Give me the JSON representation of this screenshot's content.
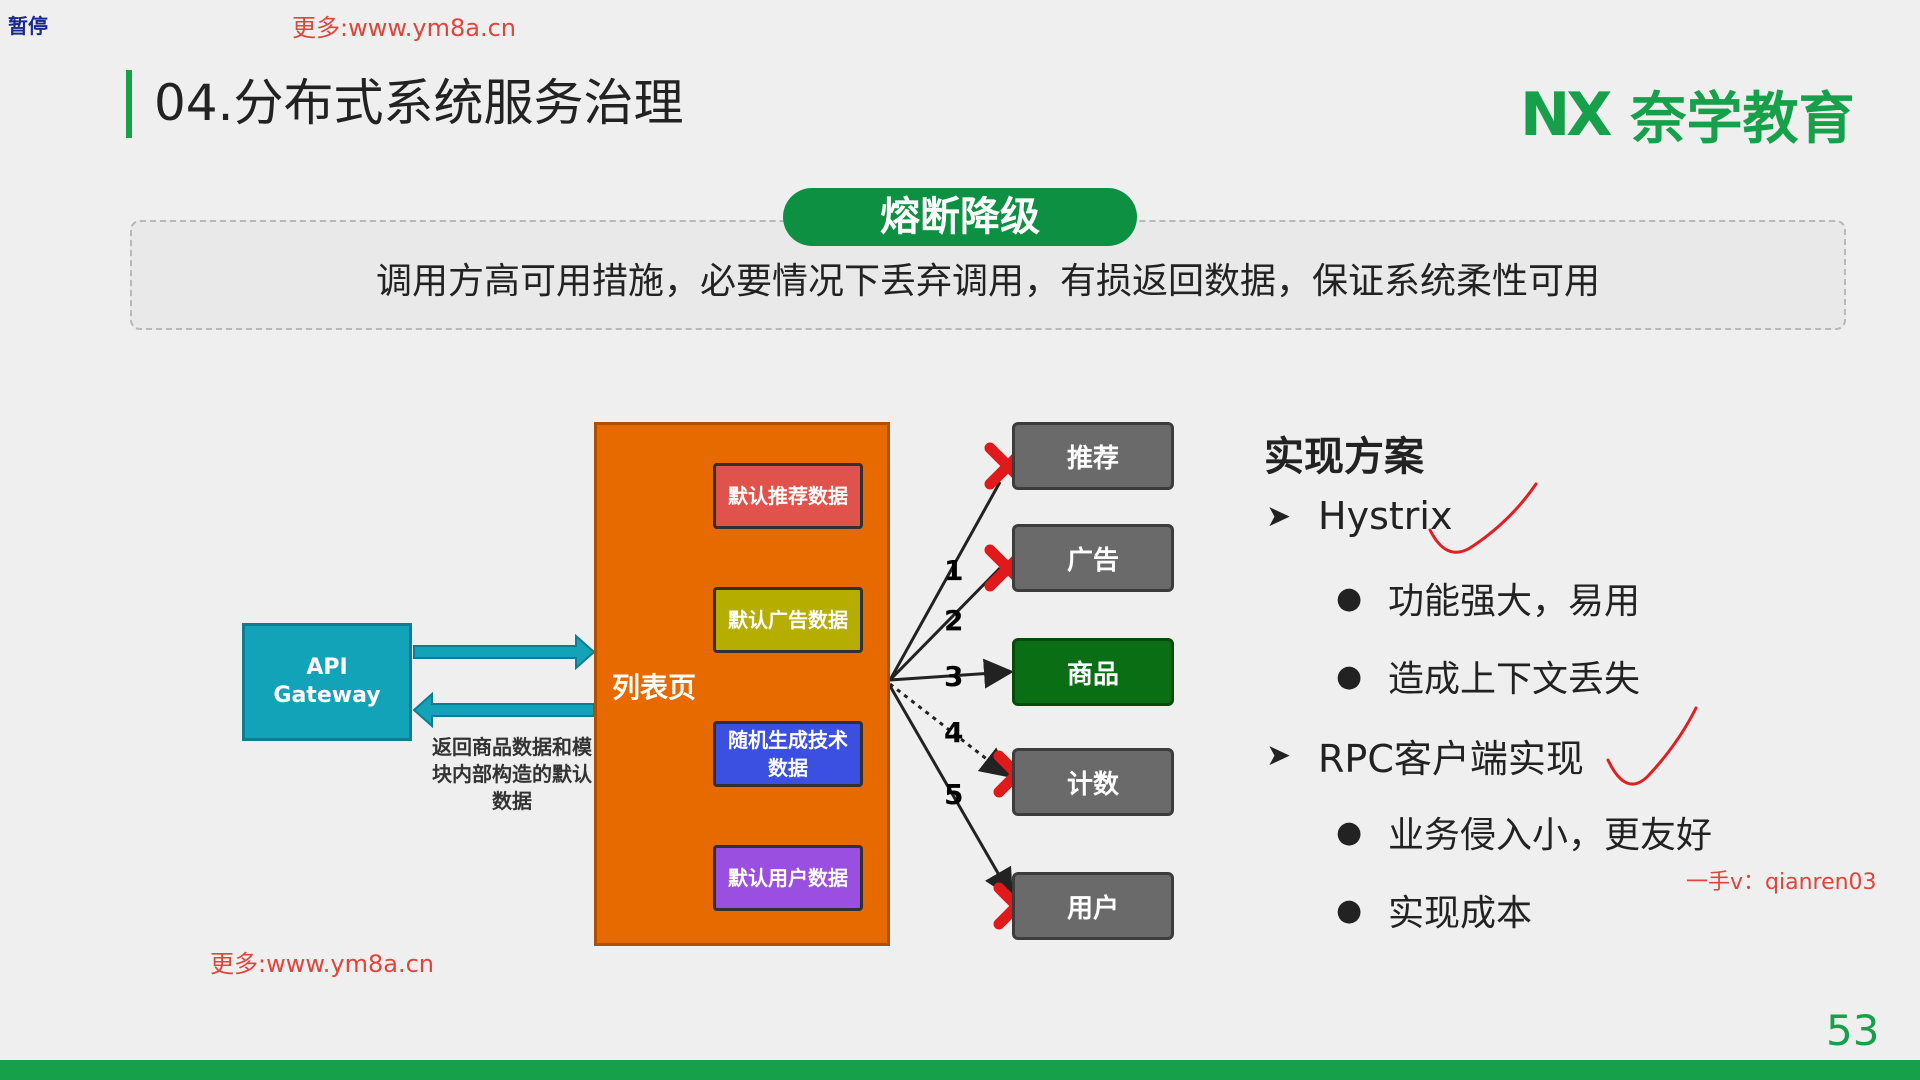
{
  "overlay": {
    "paused": "暂停",
    "watermark_top": "更多:www.ym8a.cn",
    "watermark_bottom": "更多:www.ym8a.cn",
    "credit": "一手v：qianren03"
  },
  "header": {
    "title": "04.分布式系统服务治理",
    "logo_mark": "NX",
    "logo_text": "奈学教育"
  },
  "summary": {
    "pill": "熔断降级",
    "text": "调用方高可用措施，必要情况下丢弃调用，有损返回数据，保证系统柔性可用"
  },
  "diagram": {
    "gateway": {
      "line1": "API",
      "line2": "Gateway"
    },
    "return_note": "返回商品数据和模块内部构造的默认数据",
    "list_page": "列表页",
    "defaults": [
      {
        "label": "默认推荐数据",
        "color": "#e0524c"
      },
      {
        "label": "默认广告数据",
        "color": "#b5ad00"
      },
      {
        "label": "随机生成技术数据",
        "color": "#3b4fe0"
      },
      {
        "label": "默认用户数据",
        "color": "#9a4fe0"
      }
    ],
    "numbers": [
      "1",
      "2",
      "3",
      "4",
      "5"
    ],
    "services": [
      {
        "label": "推荐",
        "failed": true
      },
      {
        "label": "广告",
        "failed": true
      },
      {
        "label": "商品",
        "failed": false
      },
      {
        "label": "计数",
        "failed": true
      },
      {
        "label": "用户",
        "failed": true
      }
    ]
  },
  "plan": {
    "title": "实现方案",
    "options": [
      {
        "name": "Hystrix",
        "points": [
          "功能强大，易用",
          "造成上下文丢失"
        ]
      },
      {
        "name": "RPC客户端实现",
        "points": [
          "业务侵入小，更友好",
          "实现成本"
        ]
      }
    ]
  },
  "page_number": "53",
  "colors": {
    "accent": "#17a04a",
    "fail": "#e01a1a",
    "orange": "#e76a00"
  }
}
